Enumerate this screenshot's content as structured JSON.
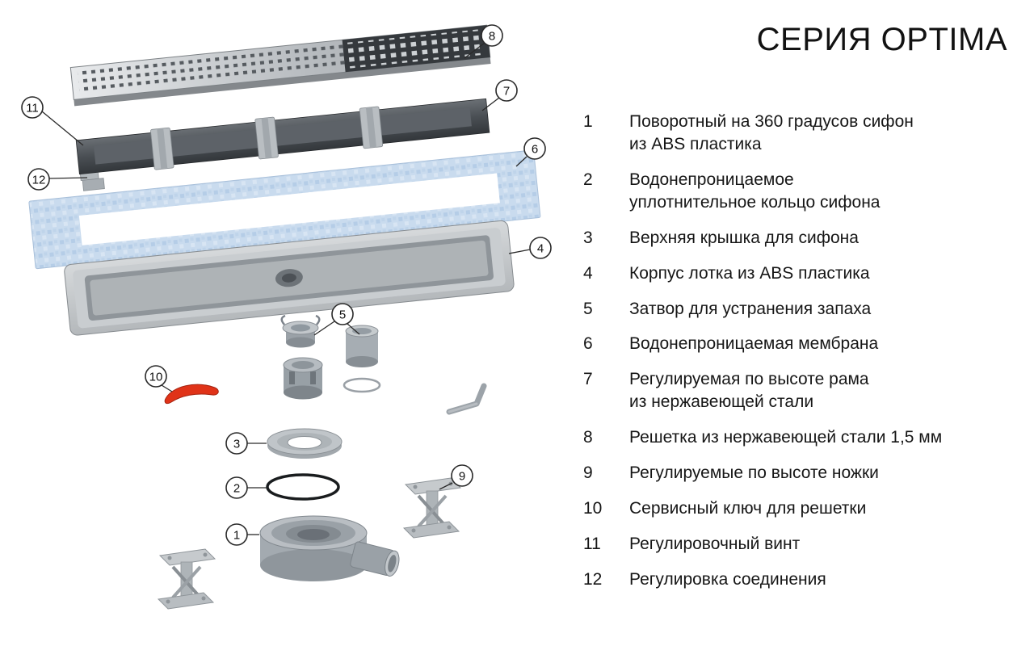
{
  "title": "СЕРИЯ OPTIMA",
  "parts_list": [
    {
      "num": "1",
      "text": "Поворотный на 360 градусов сифон\nиз ABS пластика"
    },
    {
      "num": "2",
      "text": "Водонепроницаемое\nуплотнительное кольцо сифона"
    },
    {
      "num": "3",
      "text": "Верхняя крышка для сифона"
    },
    {
      "num": "4",
      "text": "Корпус лотка из ABS пластика"
    },
    {
      "num": "5",
      "text": "Затвор для устранения запаха"
    },
    {
      "num": "6",
      "text": "Водонепроницаемая мембрана"
    },
    {
      "num": "7",
      "text": "Регулируемая по высоте рама\nиз нержавеющей стали"
    },
    {
      "num": "8",
      "text": "Решетка из нержавеющей стали 1,5 мм"
    },
    {
      "num": "9",
      "text": "Регулируемые по высоте ножки"
    },
    {
      "num": "10",
      "text": "Сервисный ключ для решетки"
    },
    {
      "num": "11",
      "text": "Регулировочный винт"
    },
    {
      "num": "12",
      "text": "Регулировка соединения"
    }
  ],
  "diagram": {
    "callouts": {
      "n1": "1",
      "n2": "2",
      "n3": "3",
      "n4": "4",
      "n5": "5",
      "n6": "6",
      "n7": "7",
      "n8": "8",
      "n9": "9",
      "n10": "10",
      "n11": "11",
      "n12": "12"
    },
    "colors": {
      "membrane_blue": "#c9dbee",
      "steel_light": "#c9cdd0",
      "steel_dark": "#35393d",
      "plastic_gray": "#a6adb3",
      "service_key_red": "#e03318"
    }
  }
}
